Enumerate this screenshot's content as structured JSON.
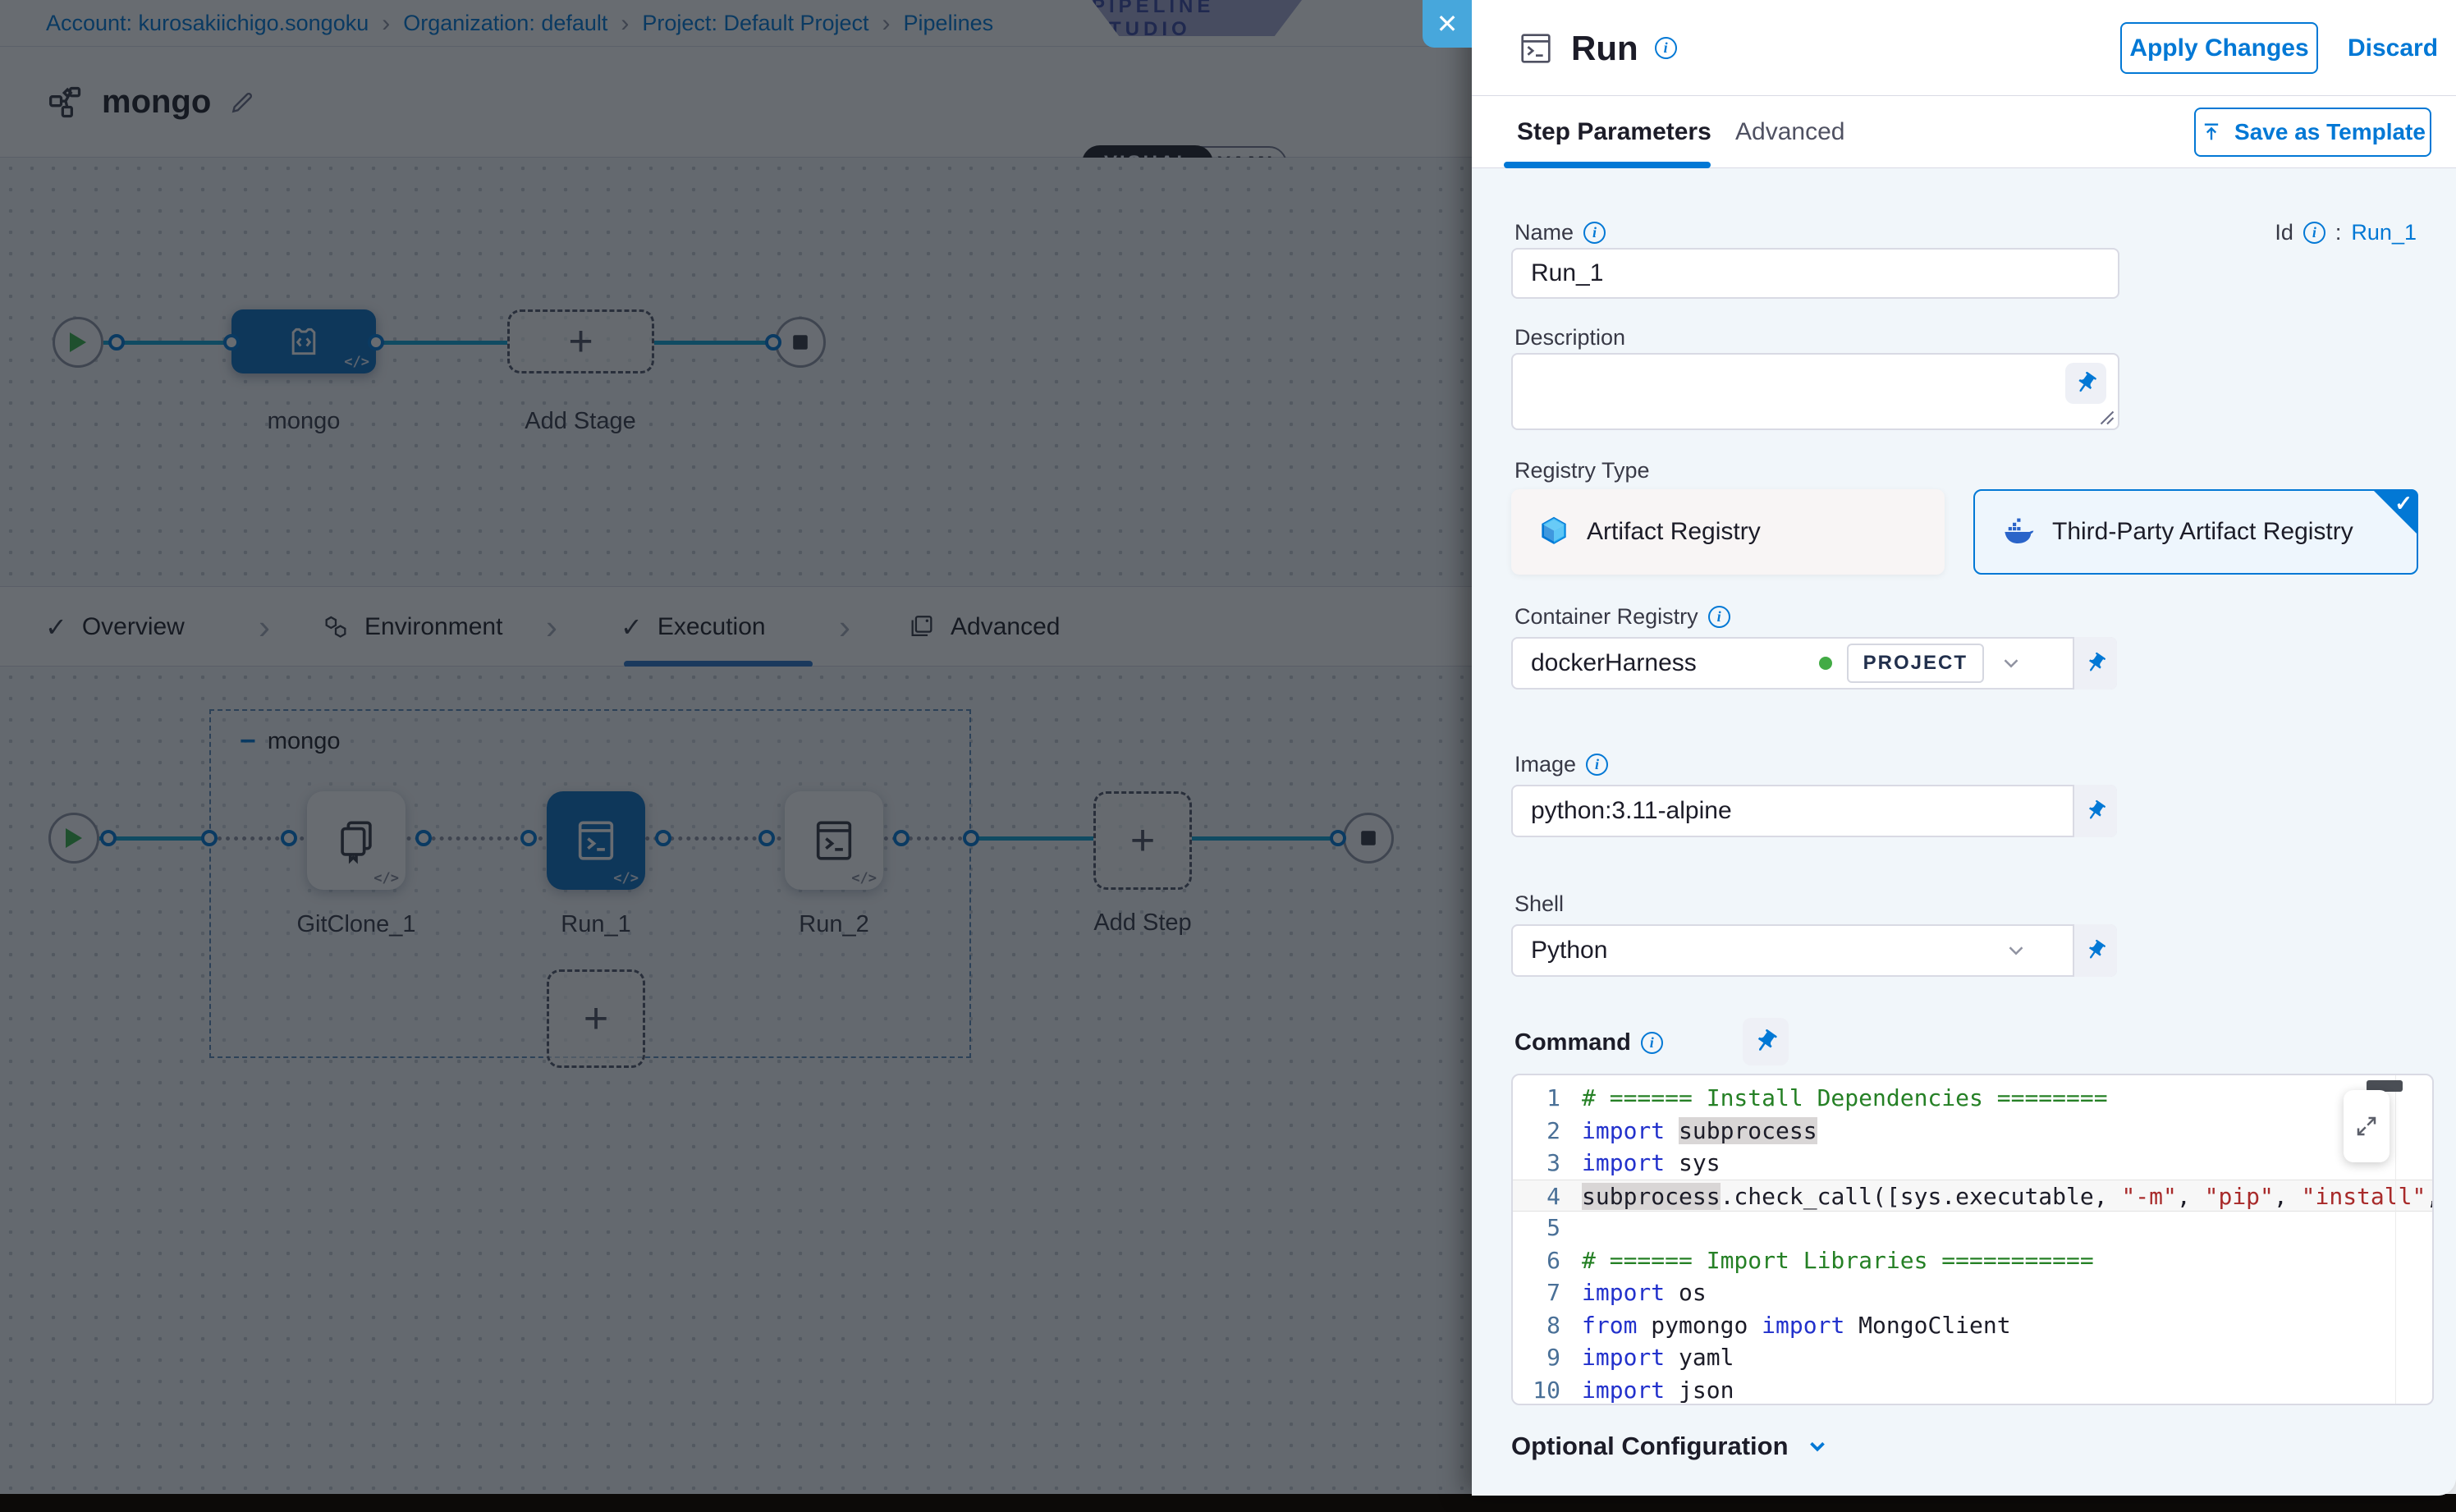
{
  "colors": {
    "accent": "#0278d5",
    "connector_teal": "#12a5d6",
    "node_selected_blue": "#0b6fc2",
    "studio_badge_bg": "#a6a9d2",
    "comment_green": "#258025",
    "keyword_blue": "#2231cc",
    "string_red": "#a82a2a",
    "success_green": "#42ab45"
  },
  "icons": {
    "close": "✕",
    "check": "✓",
    "breadcrumb_separator": "›",
    "tab_separator": "›",
    "plus": "+",
    "minus": "−",
    "code_badge": "</>",
    "id_colon": ":"
  },
  "breadcrumb": [
    "Account: kurosakiichigo.songoku",
    "Organization: default",
    "Project: Default Project",
    "Pipelines"
  ],
  "studio_badge": "PIPELINE STUDIO",
  "header": {
    "title": "mongo",
    "visual": "VISUAL",
    "yaml": "YAML"
  },
  "top_graph": {
    "stage_label": "mongo",
    "add_stage": "Add Stage"
  },
  "stage_tabs": {
    "overview": "Overview",
    "environment": "Environment",
    "execution": "Execution",
    "advanced": "Advanced"
  },
  "execution_graph": {
    "group": "mongo",
    "steps": [
      "GitClone_1",
      "Run_1",
      "Run_2"
    ],
    "selected_step": "Run_1",
    "add_step": "Add Step"
  },
  "panel": {
    "title": "Run",
    "apply": "Apply Changes",
    "discard": "Discard",
    "tab_step_parameters": "Step Parameters",
    "tab_advanced": "Advanced",
    "save_as_template": "Save as Template",
    "name": {
      "label": "Name",
      "value": "Run_1"
    },
    "id": {
      "label": "Id",
      "value": "Run_1"
    },
    "description": {
      "label": "Description",
      "value": ""
    },
    "registry_type": {
      "label": "Registry Type",
      "artifact": "Artifact Registry",
      "third_party": "Third-Party Artifact Registry",
      "selected": "Third-Party Artifact Registry"
    },
    "container_registry": {
      "label": "Container Registry",
      "value": "dockerHarness",
      "scope": "PROJECT"
    },
    "image": {
      "label": "Image",
      "value": "python:3.11-alpine"
    },
    "shell": {
      "label": "Shell",
      "value": "Python"
    },
    "command": {
      "label": "Command"
    },
    "optional_configuration": "Optional Configuration",
    "code": {
      "lines": [
        {
          "n": 1,
          "active": false,
          "tokens": [
            {
              "t": "c",
              "v": "# ====== Install Dependencies ========"
            }
          ]
        },
        {
          "n": 2,
          "active": false,
          "tokens": [
            {
              "t": "k",
              "v": "import"
            },
            {
              "t": "p",
              "v": " "
            },
            {
              "t": "hl",
              "v": "subprocess"
            }
          ]
        },
        {
          "n": 3,
          "active": false,
          "tokens": [
            {
              "t": "k",
              "v": "import"
            },
            {
              "t": "p",
              "v": " sys"
            }
          ]
        },
        {
          "n": 4,
          "active": true,
          "tokens": [
            {
              "t": "hl",
              "v": "subprocess"
            },
            {
              "t": "p",
              "v": ".check_call([sys.executable, "
            },
            {
              "t": "s",
              "v": "\"-m\""
            },
            {
              "t": "p",
              "v": ", "
            },
            {
              "t": "s",
              "v": "\"pip\""
            },
            {
              "t": "p",
              "v": ", "
            },
            {
              "t": "s",
              "v": "\"install\""
            },
            {
              "t": "p",
              "v": ","
            }
          ]
        },
        {
          "n": 5,
          "active": false,
          "tokens": []
        },
        {
          "n": 6,
          "active": false,
          "tokens": [
            {
              "t": "c",
              "v": "# ====== Import Libraries ==========="
            }
          ]
        },
        {
          "n": 7,
          "active": false,
          "tokens": [
            {
              "t": "k",
              "v": "import"
            },
            {
              "t": "p",
              "v": " os"
            }
          ]
        },
        {
          "n": 8,
          "active": false,
          "tokens": [
            {
              "t": "k",
              "v": "from"
            },
            {
              "t": "p",
              "v": " pymongo "
            },
            {
              "t": "k",
              "v": "import"
            },
            {
              "t": "p",
              "v": " MongoClient"
            }
          ]
        },
        {
          "n": 9,
          "active": false,
          "tokens": [
            {
              "t": "k",
              "v": "import"
            },
            {
              "t": "p",
              "v": " yaml"
            }
          ]
        },
        {
          "n": 10,
          "active": false,
          "tokens": [
            {
              "t": "k",
              "v": "import"
            },
            {
              "t": "p",
              "v": " json"
            }
          ]
        }
      ]
    }
  }
}
